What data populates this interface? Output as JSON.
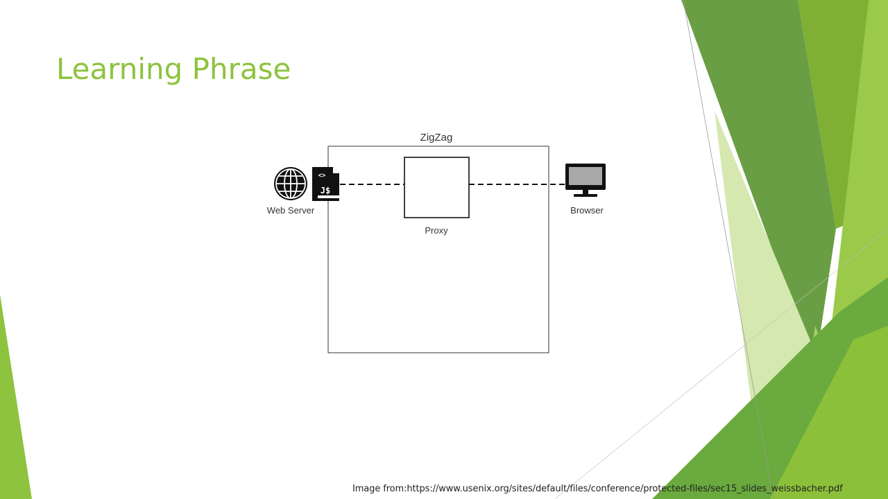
{
  "slide": {
    "title": "Learning Phrase"
  },
  "diagram": {
    "container_label": "ZigZag",
    "proxy_label": "Proxy",
    "web_server_label": "Web Server",
    "browser_label": "Browser",
    "script_file_text": "J$",
    "script_file_tag": "<>"
  },
  "caption": {
    "prefix": "Image from:",
    "url": "https://www.usenix.org/sites/default/files/conference/protected-files/sec15_slides_weissbacher.pdf"
  },
  "colors": {
    "title_green": "#8dc33e",
    "shape_dark_green": "#5a9a2e",
    "shape_light_green": "#d4e8b0",
    "monitor_screen": "#a8a8a8"
  }
}
